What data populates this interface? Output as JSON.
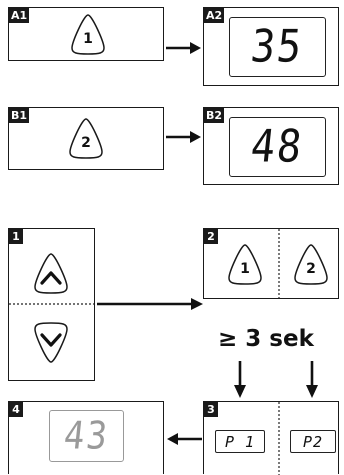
{
  "top": {
    "a1": {
      "tag": "A1",
      "button_number": "1"
    },
    "a2": {
      "tag": "A2",
      "display_value": "35"
    },
    "b1": {
      "tag": "B1",
      "button_number": "2"
    },
    "b2": {
      "tag": "B2",
      "display_value": "48"
    }
  },
  "bottom": {
    "panel1": {
      "tag": "1"
    },
    "panel2": {
      "tag": "2",
      "button_left": "1",
      "button_right": "2"
    },
    "panel3": {
      "tag": "3",
      "p1": "P 1",
      "p2": "P2"
    },
    "panel4": {
      "tag": "4",
      "display_value": "43"
    },
    "hold_text": "≥ 3 sek"
  }
}
